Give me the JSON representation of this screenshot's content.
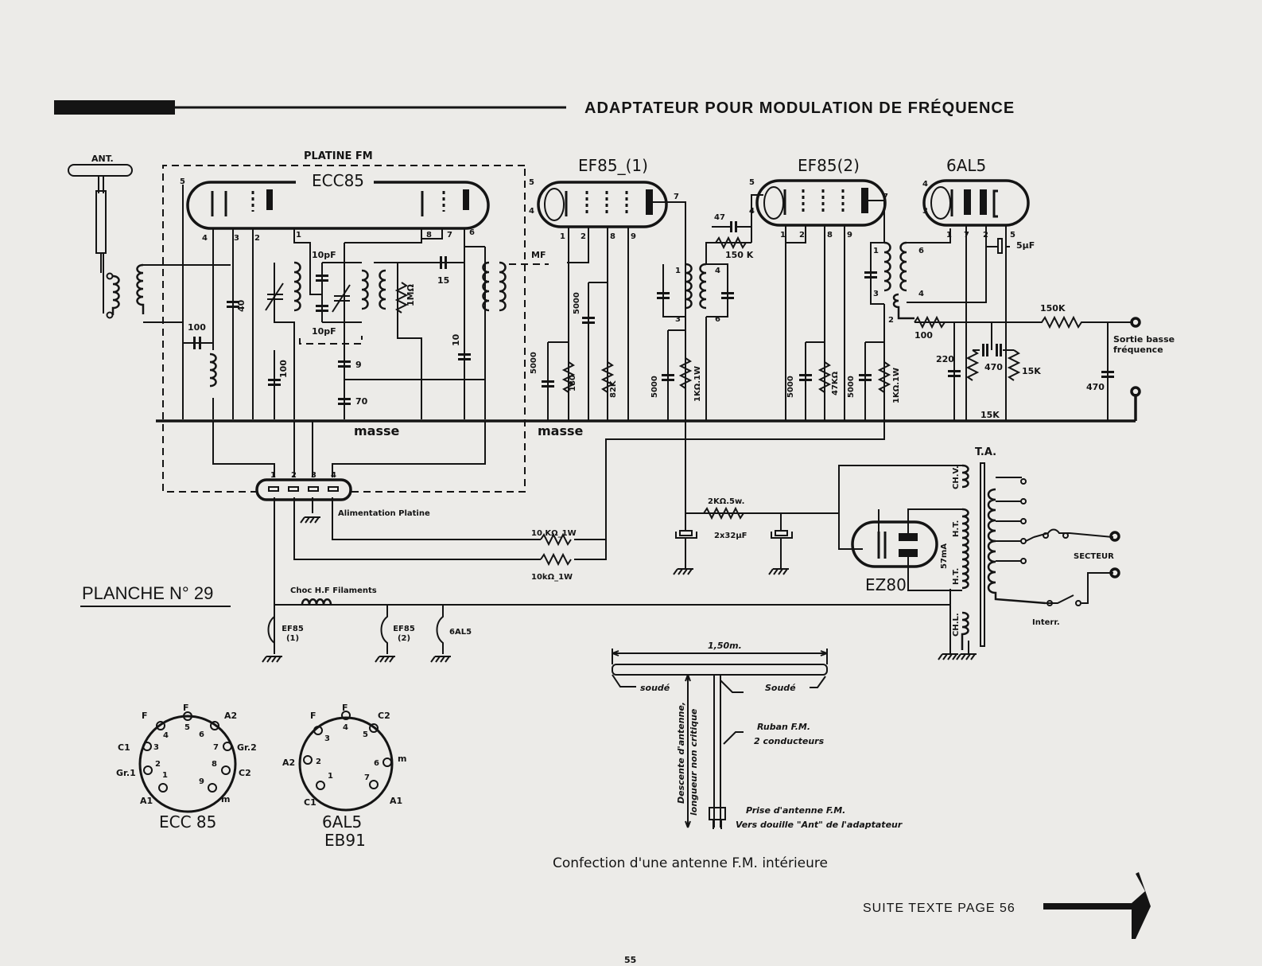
{
  "header": {
    "title": "ADAPTATEUR POUR MODULATION DE FRÉQUENCE"
  },
  "antenna": {
    "label": "ANT."
  },
  "platine": {
    "label": "PLATINE FM",
    "tube": "ECC85",
    "pins": [
      "5",
      "4",
      "3",
      "2",
      "1",
      "8",
      "7",
      "6"
    ]
  },
  "tubes": {
    "ef85_1": {
      "label": "EF85_(1)",
      "pins": [
        "5",
        "4",
        "7",
        "1",
        "2",
        "8",
        "9"
      ]
    },
    "ef85_2": {
      "label": "EF85(2)",
      "pins": [
        "5",
        "4",
        "7",
        "1",
        "2",
        "8",
        "9"
      ]
    },
    "al5": {
      "label": "6AL5",
      "pins": [
        "4",
        "3",
        "1",
        "7",
        "2",
        "5"
      ]
    },
    "ez80": {
      "label": "EZ80"
    }
  },
  "components": {
    "c100_ant": "100",
    "c40": "40",
    "c10pf_top": "10pF",
    "c10pf_bot": "10pF",
    "r1meg": "1MΩ",
    "c15": "15",
    "c100_b": "100",
    "c9": "9",
    "c70": "70",
    "c10": "10",
    "mf": "MF",
    "c5000_a": "5000",
    "r180": "180",
    "c5000_b": "5000",
    "r82k": "82K",
    "c5000_c": "5000",
    "r1k_a": "1KΩ.1W",
    "c47": "47",
    "r150k_a": "150 K",
    "ifmf1_pins": [
      "1",
      "3",
      "4",
      "6"
    ],
    "c5000_d": "5000",
    "r47k": "47KΩ",
    "c5000_e": "5000",
    "r1k_b": "1KΩ.1W",
    "disc_pins": [
      "1",
      "3",
      "6",
      "4",
      "2"
    ],
    "c5uf": "5μF",
    "r100": "100",
    "c220": "220",
    "c470_a": "470",
    "r15k_a": "15K",
    "r15k_b": "15K",
    "r150k_b": "150K",
    "c470_b": "470",
    "output": "Sortie basse fréquence",
    "masse1": "masse",
    "masse2": "masse"
  },
  "power": {
    "connector_label": "Alimentation Platine",
    "connector_pins": [
      "1",
      "2",
      "3",
      "4"
    ],
    "r10k_a": "10 KΩ_1W",
    "r10k_b": "10kΩ_1W",
    "r2k": "2KΩ.5w.",
    "caps": "2x32μF",
    "transformer": "T.A.",
    "chv": "CH.V.",
    "ht1": "H.T.",
    "ht2": "H.T.",
    "chl": "CH.L.",
    "current": "57mA",
    "secteur": "SECTEUR",
    "interr": "Interr.",
    "choke": "Choc H.F Filaments",
    "fil_ef85_1": "EF85 (1)",
    "fil_ef85_2": "EF85 (2)",
    "fil_6al5": "6AL5"
  },
  "planche": "PLANCHE N° 29",
  "pinouts": {
    "ecc85": {
      "name": "ECC 85",
      "pins": [
        "1",
        "2",
        "3",
        "4",
        "5",
        "6",
        "7",
        "8",
        "9"
      ],
      "labels": [
        "F",
        "F",
        "A2",
        "C1",
        "Gr.2",
        "Gr.1",
        "C2",
        "A1",
        "m"
      ]
    },
    "al5": {
      "name": "6AL5",
      "alt": "EB91",
      "pins": [
        "1",
        "2",
        "3",
        "4",
        "5",
        "6",
        "7"
      ],
      "labels": [
        "F",
        "F",
        "C2",
        "A2",
        "m",
        "C1",
        "A1"
      ]
    }
  },
  "antenna_diagram": {
    "length": "1,50m.",
    "soude_left": "soudé",
    "soude_right": "Soudé",
    "descente": "Descente d'antenne,",
    "longueur": "longueur non critique",
    "ruban1": "Ruban F.M.",
    "ruban2": "2 conducteurs",
    "prise1": "Prise d'antenne F.M.",
    "prise2": "Vers douille \"Ant\" de l'adaptateur",
    "caption": "Confection d'une antenne  F.M. intérieure"
  },
  "footer": {
    "suite": "SUITE TEXTE PAGE 56",
    "page": "55"
  }
}
